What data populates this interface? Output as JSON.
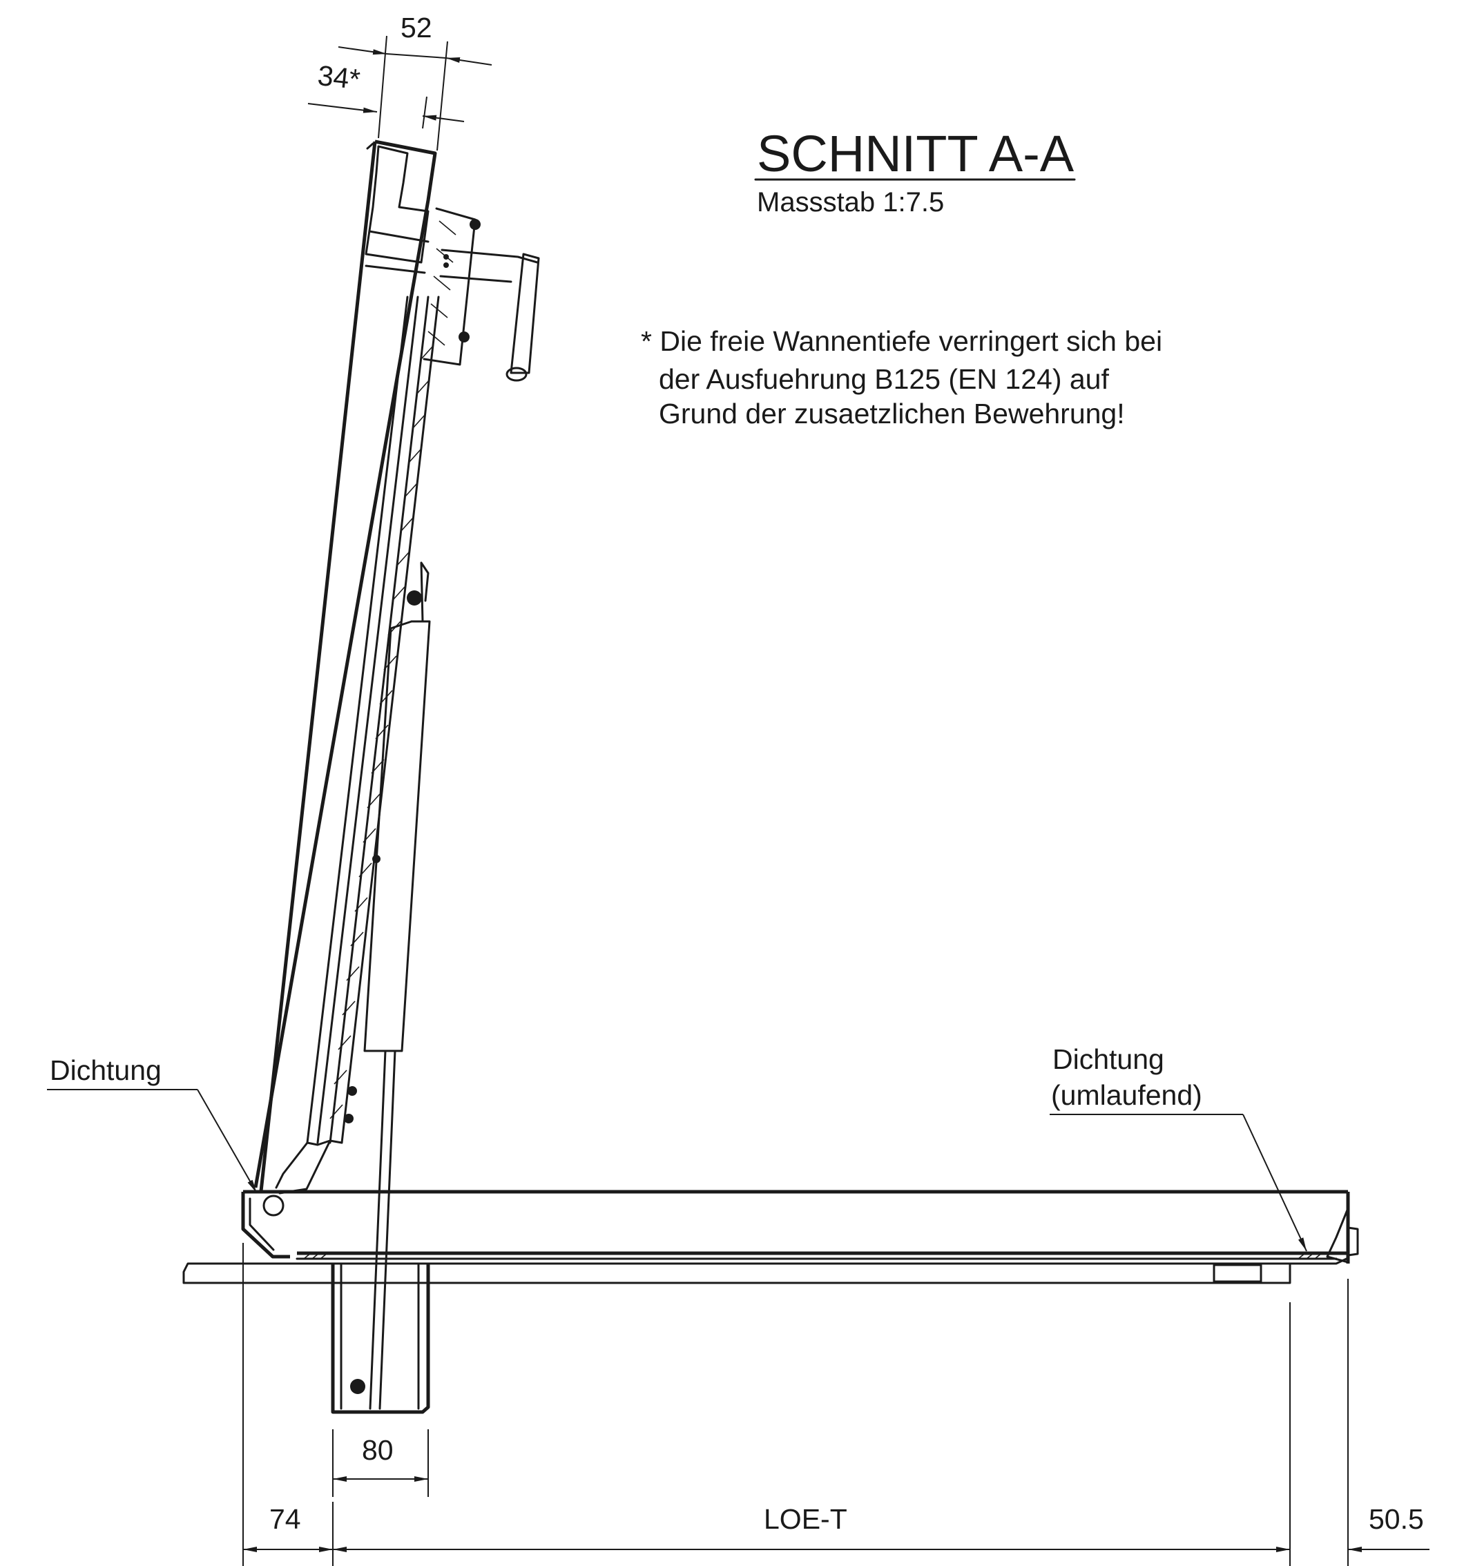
{
  "section": {
    "title": "SCHNITT A-A",
    "scale": "Massstab 1:7.5"
  },
  "note": {
    "line1": "* Die freie Wannentiefe verringert sich bei",
    "line2": "der Ausfuehrung B125 (EN 124) auf",
    "line3": "Grund der zusaetzlichen Bewehrung!"
  },
  "labels": {
    "seal_left": "Dichtung",
    "seal_right_line1": "Dichtung",
    "seal_right_line2": "(umlaufend)"
  },
  "dimensions": {
    "top_width": "52",
    "top_inner": "34*",
    "post_width": "80",
    "left_offset": "74",
    "main_length": "LOE-T",
    "right_offset": "50.5"
  }
}
